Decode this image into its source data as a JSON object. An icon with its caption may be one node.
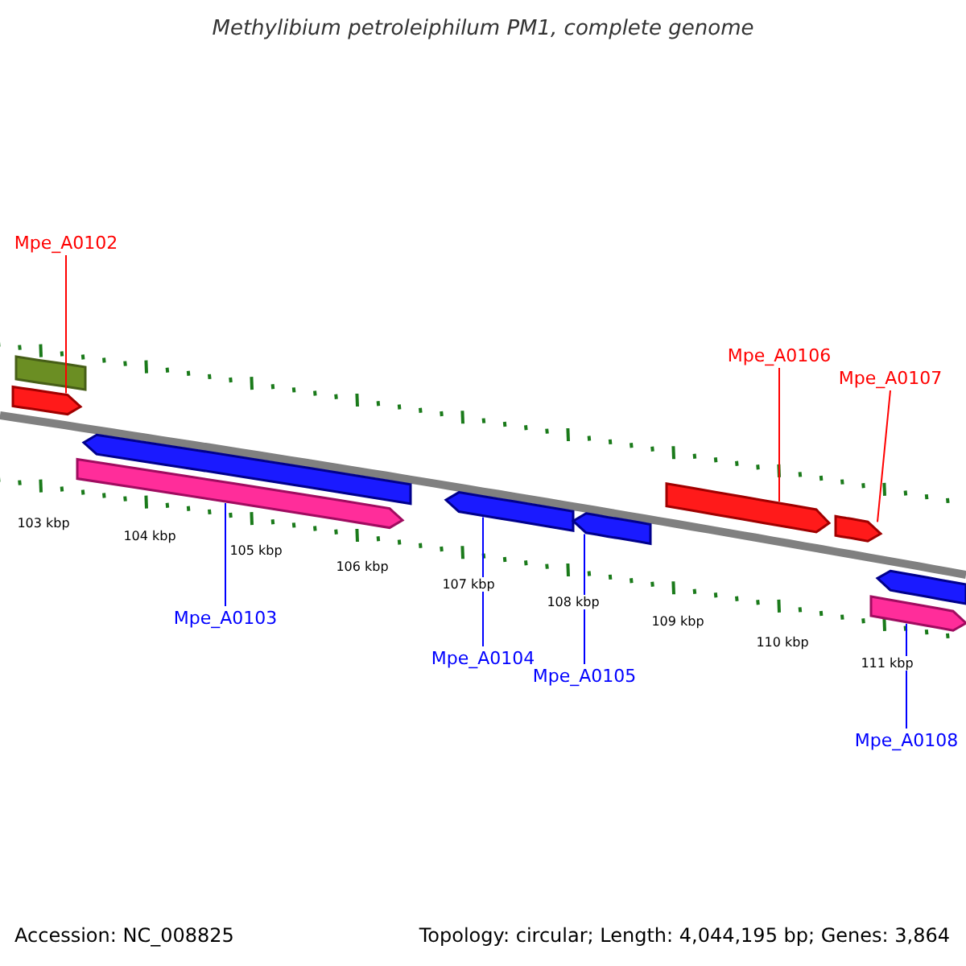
{
  "diagram": {
    "title": "Methylibium petroleiphilum PM1, complete genome",
    "nodes": [
      {
        "text": [
          "Mpe_A0102"
        ]
      },
      {
        "text": [],
        "shape": "bar"
      },
      {
        "text": [],
        "shape": "arrow"
      },
      {
        "text": [
          "Mpe_A0106"
        ]
      },
      {
        "text": [
          "Mpe_A0107"
        ]
      },
      {
        "text": [],
        "shape": "arrow"
      },
      {
        "text": [],
        "shape": "arrow"
      },
      {
        "text": [],
        "shape": "arrow"
      },
      {
        "text": [],
        "shape": "arrow"
      },
      {
        "text": [],
        "shape": "arrow"
      },
      {
        "text": [],
        "shape": "arrow"
      },
      {
        "text": [],
        "shape": "arrow"
      },
      {
        "text": [],
        "shape": "arrow"
      },
      {
        "text": [
          "Mpe_A0103"
        ]
      },
      {
        "text": [
          "Mpe_A0104"
        ]
      },
      {
        "text": [
          "Mpe_A0105"
        ]
      },
      {
        "text": [
          "Mpe_A0108"
        ]
      }
    ],
    "edges": [
      {
        "from": 0,
        "to": 2,
        "arrow": "none",
        "color": "#ff0000"
      },
      {
        "from": 3,
        "to": 9,
        "arrow": "none",
        "color": "#ff0000"
      },
      {
        "from": 4,
        "to": 10,
        "arrow": "none",
        "color": "#ff0000"
      },
      {
        "from": 13,
        "to": 6,
        "arrow": "none"
      },
      {
        "from": 14,
        "to": 7,
        "arrow": "none"
      },
      {
        "from": 15,
        "to": 8,
        "arrow": "none"
      },
      {
        "from": 16,
        "to": 12,
        "arrow": "none"
      }
    ],
    "labels": [
      "103 kbp",
      "104 kbp",
      "105 kbp",
      "106 kbp",
      "107 kbp",
      "108 kbp",
      "109 kbp",
      "110 kbp",
      "111 kbp",
      "Accession: NC_008825",
      "Topology: circular; Length: 4,044,195 bp; Genes: 3,864"
    ]
  }
}
